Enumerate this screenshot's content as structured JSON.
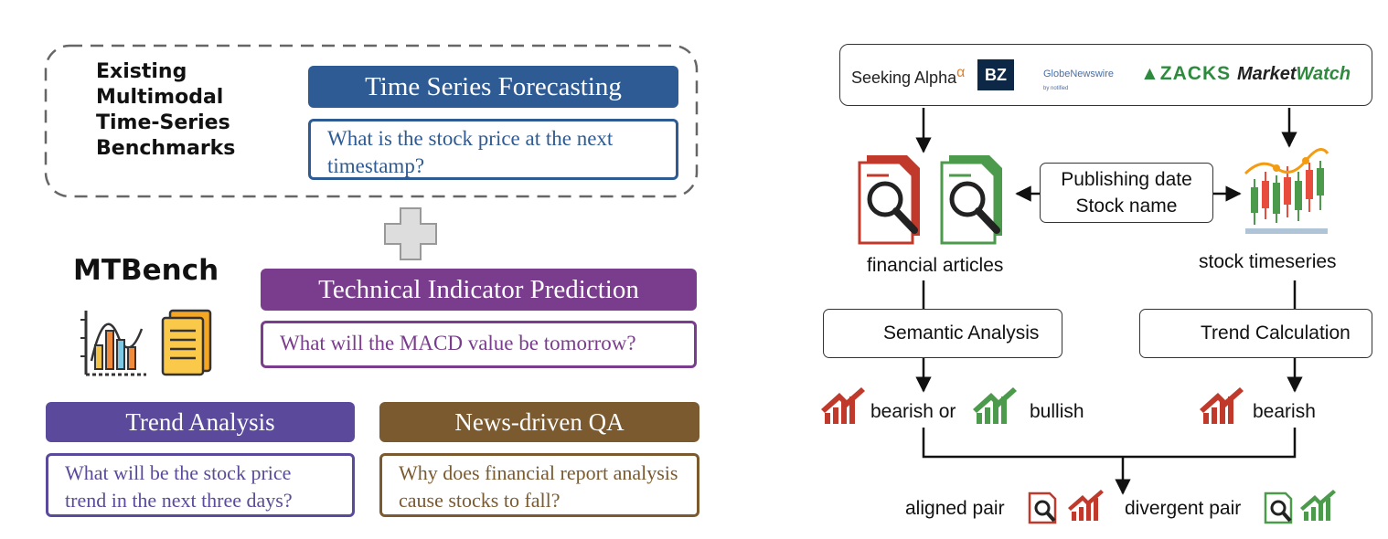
{
  "left": {
    "existing_label_lines": [
      "Existing",
      "Multimodal",
      "Time-Series",
      "Benchmarks"
    ],
    "mtbench_title": "MTBench",
    "tasks": [
      {
        "title": "Time Series Forecasting",
        "question": "What is the stock price at the next timestamp?",
        "color": "#2e5b93"
      },
      {
        "title": "Technical Indicator Prediction",
        "question": "What will the MACD value be tomorrow?",
        "color": "#7a3c8c"
      },
      {
        "title": "Trend Analysis",
        "question": "What will be the stock price trend in the next three days?",
        "color": "#5b4a9b"
      },
      {
        "title": "News-driven QA",
        "question": "Why does financial report analysis cause stocks to fall?",
        "color": "#7a5a2e"
      }
    ]
  },
  "right": {
    "sources": {
      "seeking_alpha": "Seeking Alpha",
      "alpha_symbol": "α",
      "bz": "BZ",
      "globenewswire": "GlobeNewswire",
      "globenewswire_sub": "by notified",
      "zacks": "ZACKS",
      "marketwatch_a": "Market",
      "marketwatch_b": "Watch"
    },
    "center_box_lines": [
      "Publishing date",
      "Stock name"
    ],
    "financial_articles": "financial articles",
    "stock_timeseries": "stock timeseries",
    "semantic_analysis": "Semantic Analysis",
    "trend_calculation": "Trend Calculation",
    "bearish_or": "bearish or",
    "bullish": "bullish",
    "bearish": "bearish",
    "aligned_pair": "aligned pair",
    "divergent_pair": "divergent pair"
  },
  "colors": {
    "red": "#c0392b",
    "green": "#4c9a4c"
  }
}
